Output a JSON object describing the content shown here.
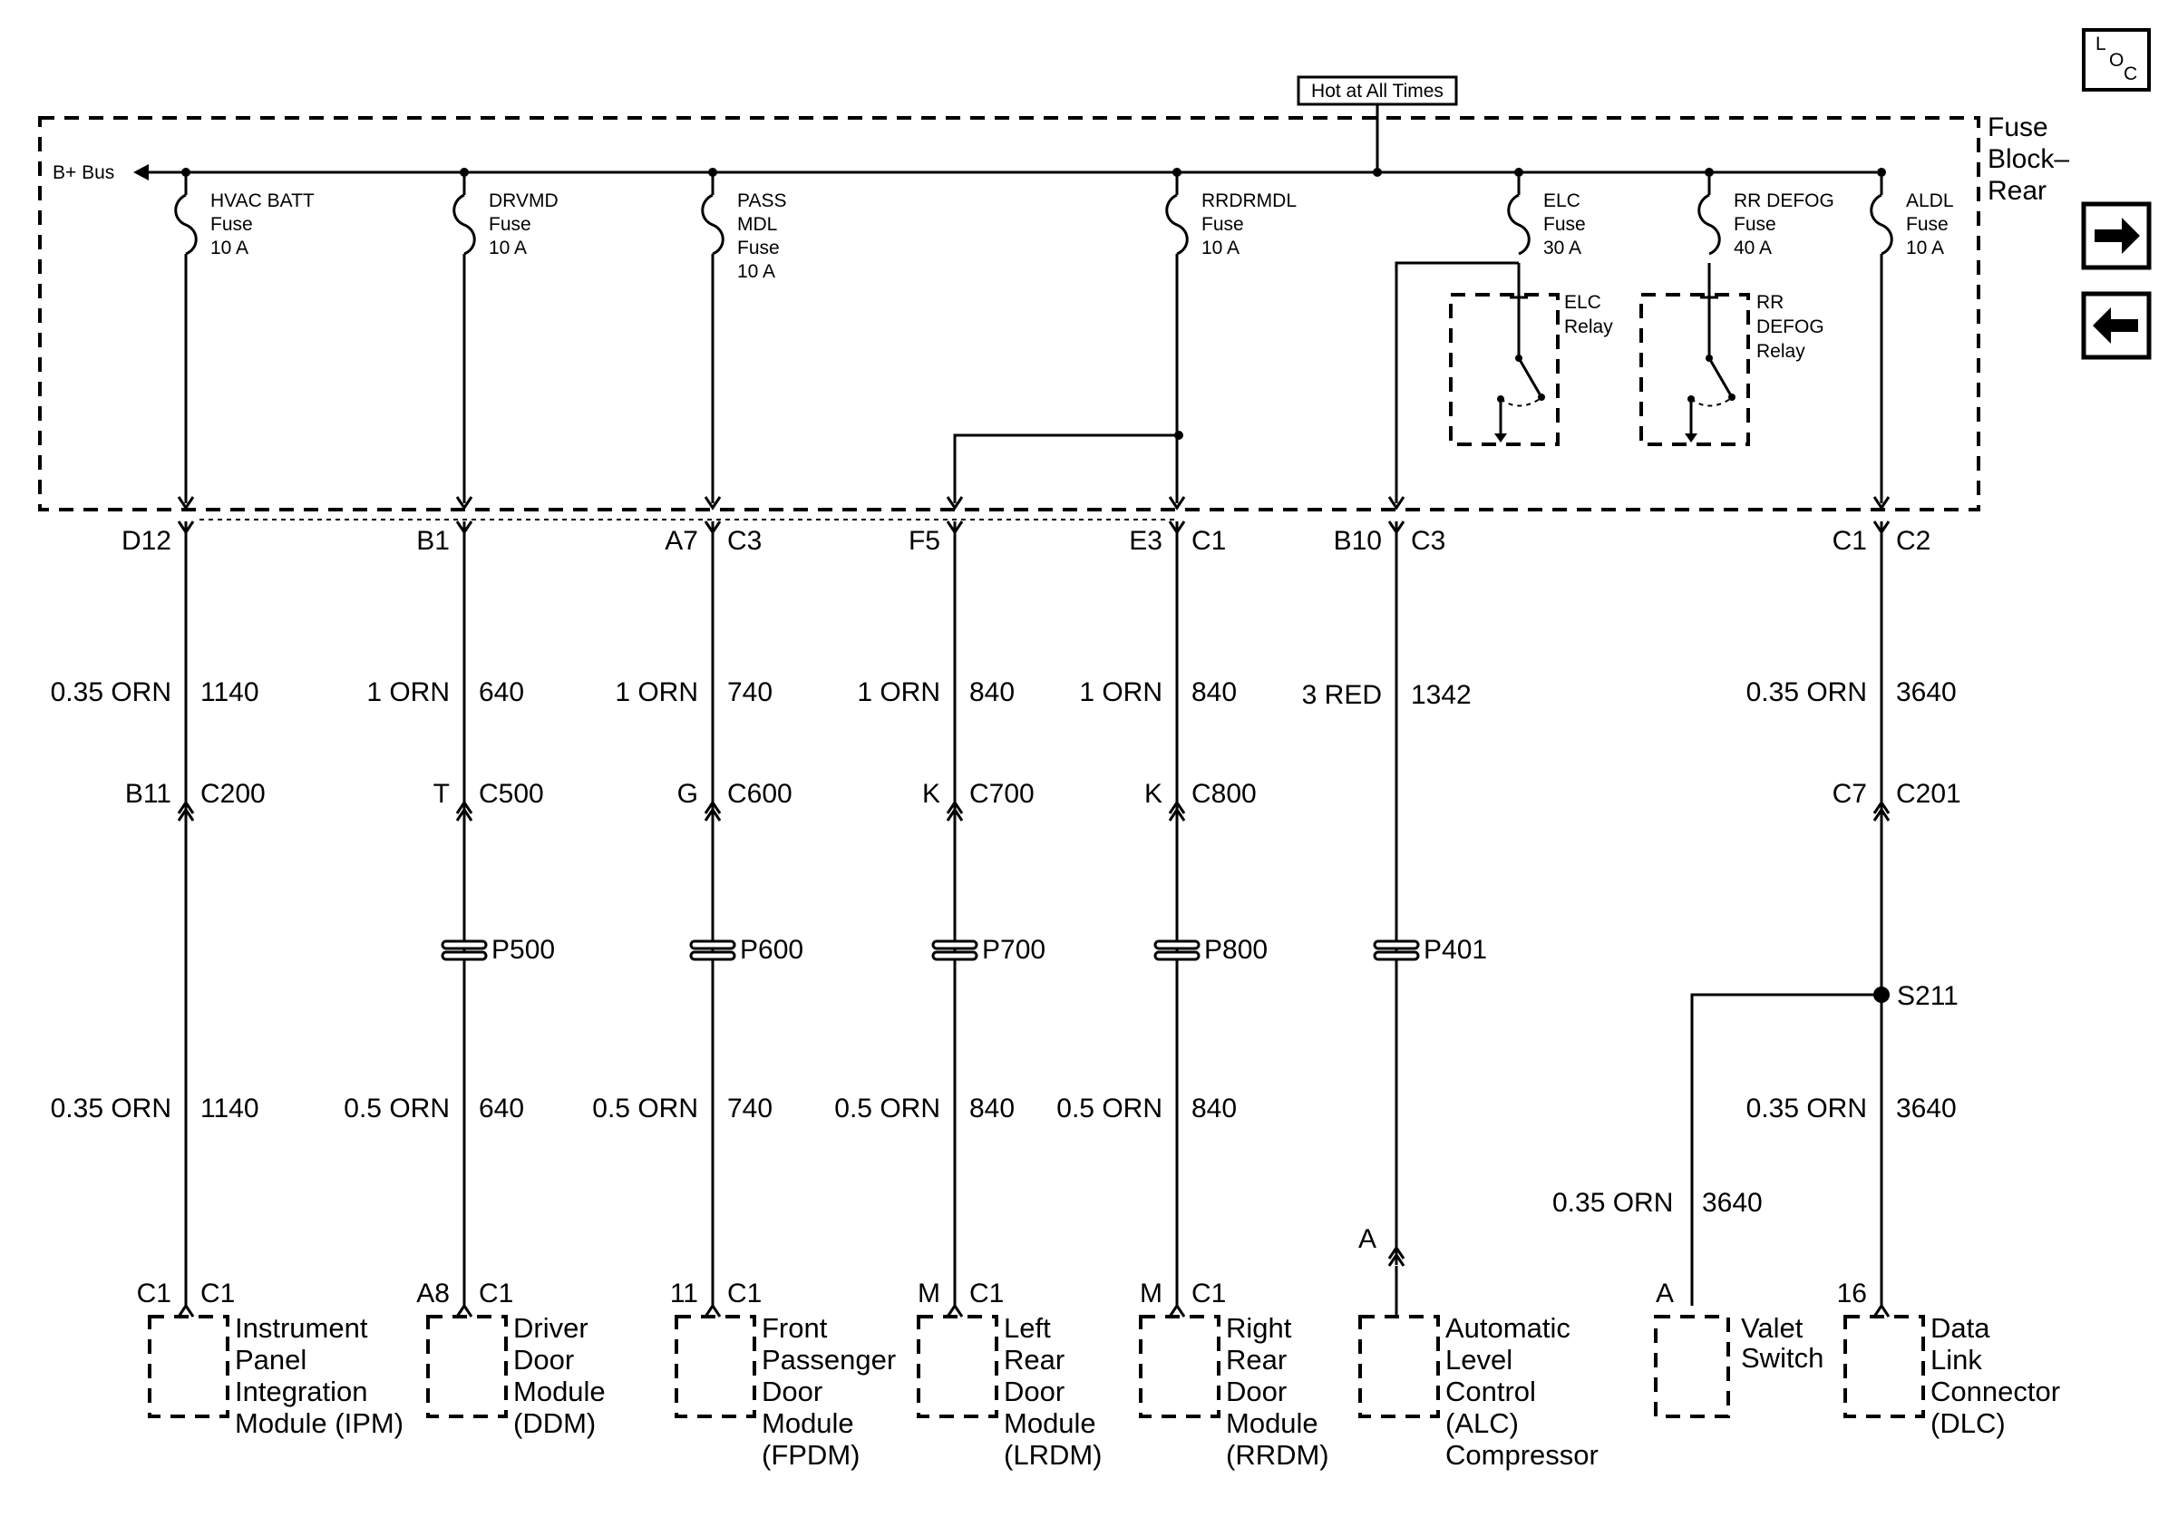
{
  "power_source": "Hot at All Times",
  "fuse_block": {
    "line1": "Fuse",
    "line2": "Block–",
    "line3": "Rear"
  },
  "bus_label": "B+ Bus",
  "loc_icon": {
    "l": "L",
    "o": "O",
    "c": "C"
  },
  "nav": {
    "forward_icon": "right-arrow-icon",
    "back_icon": "left-arrow-icon"
  },
  "fuses": [
    {
      "lines": [
        "HVAC BATT",
        "Fuse",
        "10 A"
      ]
    },
    {
      "lines": [
        "DRVMD",
        "Fuse",
        "10 A"
      ]
    },
    {
      "lines": [
        "PASS",
        "MDL",
        "Fuse",
        "10 A"
      ]
    },
    {
      "lines": [
        "RRDRMDL",
        "Fuse",
        "10 A"
      ]
    },
    {
      "lines": [
        "ELC",
        "Fuse",
        "30 A"
      ]
    },
    {
      "lines": [
        "RR DEFOG",
        "Fuse",
        "40 A"
      ]
    },
    {
      "lines": [
        "ALDL",
        "Fuse",
        "10 A"
      ]
    }
  ],
  "relays": [
    {
      "lines": [
        "ELC",
        "Relay"
      ]
    },
    {
      "lines": [
        "RR",
        "DEFOG",
        "Relay"
      ]
    }
  ],
  "circuits": [
    {
      "top_pin": "D12",
      "top_conn": "",
      "wire1": "0.35 ORN",
      "circ1": "1140",
      "mid_pin": "B11",
      "mid_conn": "C200",
      "inline": "",
      "wire2": "0.35 ORN",
      "circ2": "1140",
      "bot_pin": "C1",
      "bot_conn": "C1",
      "module": [
        "Instrument",
        "Panel",
        "Integration",
        "Module (IPM)"
      ]
    },
    {
      "top_pin": "B1",
      "top_conn": "",
      "wire1": "1 ORN",
      "circ1": "640",
      "mid_pin": "T",
      "mid_conn": "C500",
      "inline": "P500",
      "wire2": "0.5 ORN",
      "circ2": "640",
      "bot_pin": "A8",
      "bot_conn": "C1",
      "module": [
        "Driver",
        "Door",
        "Module",
        "(DDM)"
      ]
    },
    {
      "top_pin": "A7",
      "top_conn": "C3",
      "wire1": "1 ORN",
      "circ1": "740",
      "mid_pin": "G",
      "mid_conn": "C600",
      "inline": "P600",
      "wire2": "0.5 ORN",
      "circ2": "740",
      "bot_pin": "11",
      "bot_conn": "C1",
      "module": [
        "Front",
        "Passenger",
        "Door",
        "Module",
        "(FPDM)"
      ]
    },
    {
      "top_pin": "F5",
      "top_conn": "",
      "wire1": "1 ORN",
      "circ1": "840",
      "mid_pin": "K",
      "mid_conn": "C700",
      "inline": "P700",
      "wire2": "0.5 ORN",
      "circ2": "840",
      "bot_pin": "M",
      "bot_conn": "C1",
      "module": [
        "Left",
        "Rear",
        "Door",
        "Module",
        "(LRDM)"
      ]
    },
    {
      "top_pin": "E3",
      "top_conn": "C1",
      "wire1": "1 ORN",
      "circ1": "840",
      "mid_pin": "K",
      "mid_conn": "C800",
      "inline": "P800",
      "wire2": "0.5 ORN",
      "circ2": "840",
      "bot_pin": "M",
      "bot_conn": "C1",
      "module": [
        "Right",
        "Rear",
        "Door",
        "Module",
        "(RRDM)"
      ]
    },
    {
      "top_pin": "B10",
      "top_conn": "C3",
      "wire1": "3 RED",
      "circ1": "1342",
      "mid_pin": "",
      "mid_conn": "",
      "inline": "P401",
      "wire2": "",
      "circ2": "",
      "bot_pin": "A",
      "bot_conn": "",
      "module": [
        "Automatic",
        "Level",
        "Control",
        "(ALC)",
        "Compressor"
      ]
    },
    {
      "top_pin": "C1",
      "top_conn": "C2",
      "wire1": "0.35 ORN",
      "circ1": "3640",
      "mid_pin": "C7",
      "mid_conn": "C201",
      "inline": "",
      "wire2": "0.35 ORN",
      "circ2": "3640",
      "bot_pin": "16",
      "bot_conn": "",
      "module": [
        "Data",
        "Link",
        "Connector",
        "(DLC)"
      ]
    }
  ],
  "splice": {
    "label": "S211"
  },
  "valet": {
    "wire": "0.35 ORN",
    "circ": "3640",
    "pin": "A",
    "module": [
      "Valet",
      "Switch"
    ]
  }
}
